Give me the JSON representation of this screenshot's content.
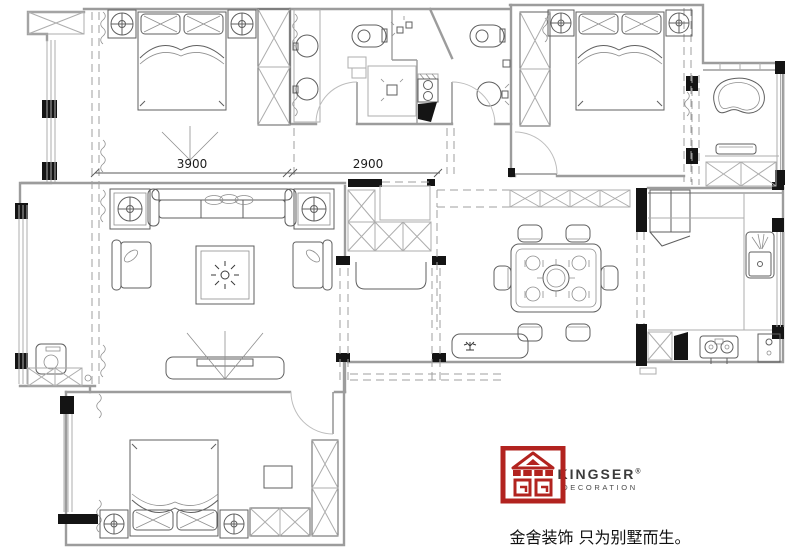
{
  "dimensions": {
    "bedroom_width": "3900",
    "hall_width": "2900"
  },
  "logo": {
    "brand": "KINGSER",
    "reg_mark": "®",
    "subtitle": "DECORATION",
    "tagline": "金舍装饰 只为别墅而生。"
  },
  "colors": {
    "background": "#ffffff",
    "wall_gray": "#9c9c9c",
    "furniture_line": "#5f5f5f",
    "column_black": "#141414",
    "brand_red": "#b2231f"
  }
}
